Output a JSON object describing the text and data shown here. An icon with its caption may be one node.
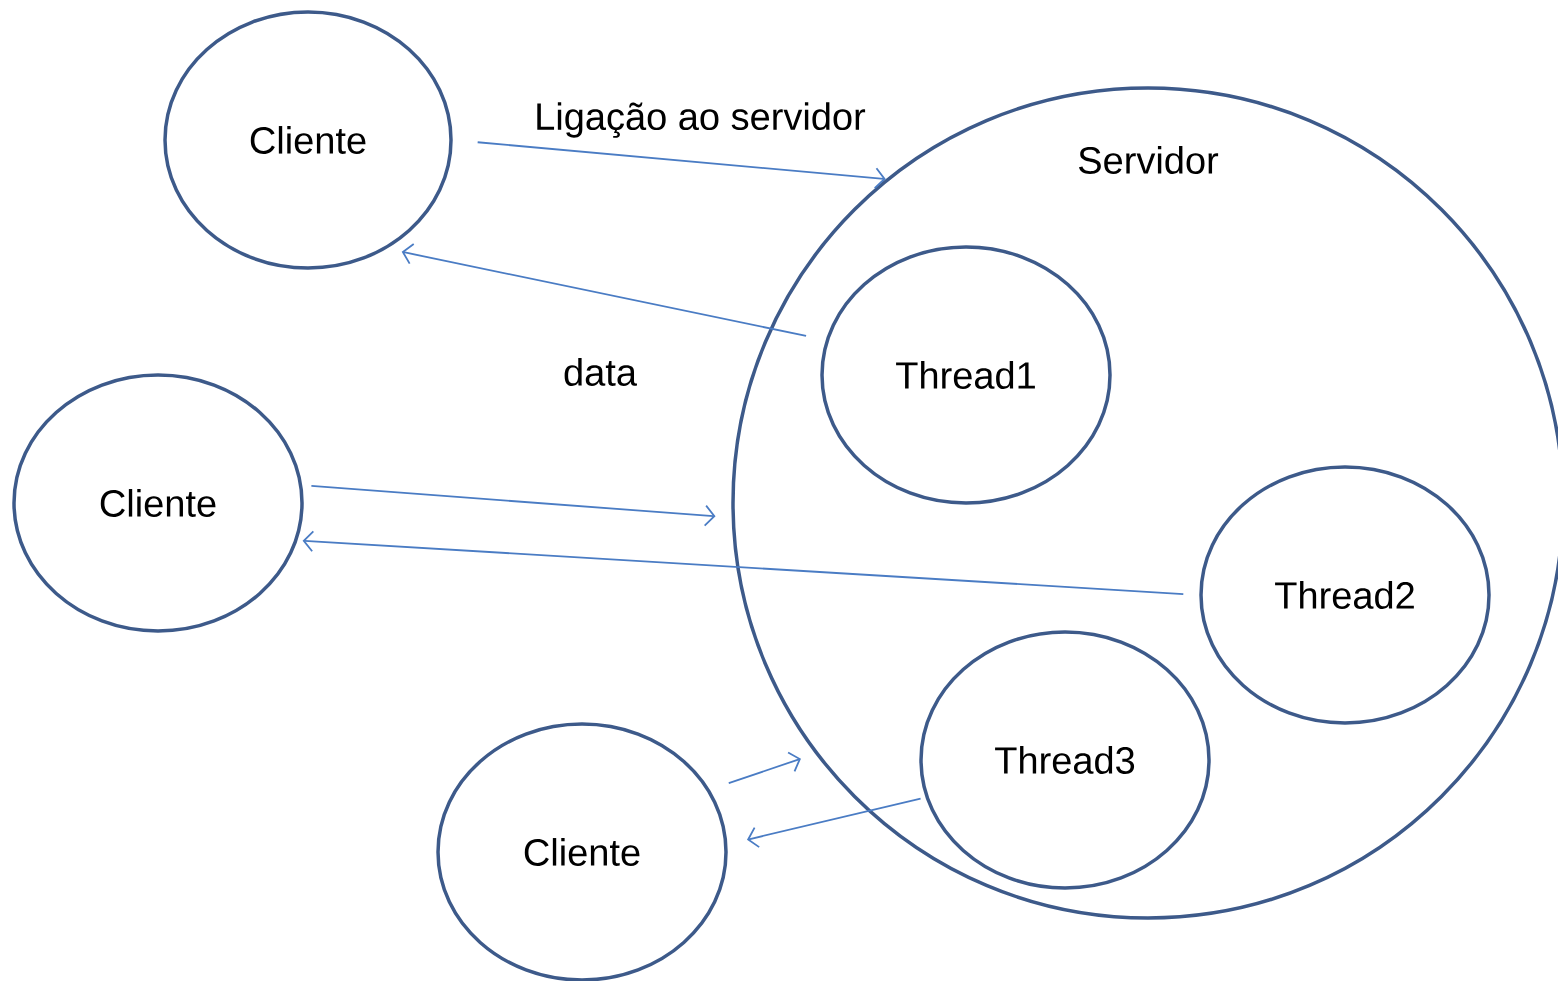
{
  "diagram": {
    "nodes": [
      {
        "text": [
          "Cliente"
        ]
      },
      {
        "text": [
          "Servidor"
        ]
      },
      {
        "text": [
          "Thread1"
        ],
        "in": 1
      },
      {
        "text": [
          "Thread2"
        ],
        "in": 1
      },
      {
        "text": [
          "Thread3"
        ],
        "in": 1
      },
      {
        "text": [
          "Cliente"
        ]
      },
      {
        "text": [
          "Cliente"
        ]
      }
    ],
    "edges": [
      {
        "from": 0,
        "to": 1,
        "arrow": "to",
        "label": "Ligação ao servidor"
      },
      {
        "from": 2,
        "to": 0,
        "arrow": "to",
        "label": "data"
      },
      {
        "from": 5,
        "to": 1,
        "arrow": "to"
      },
      {
        "from": 3,
        "to": 5,
        "arrow": "to"
      },
      {
        "from": 6,
        "to": 1,
        "arrow": "to"
      },
      {
        "from": 4,
        "to": 6,
        "arrow": "to"
      }
    ]
  }
}
